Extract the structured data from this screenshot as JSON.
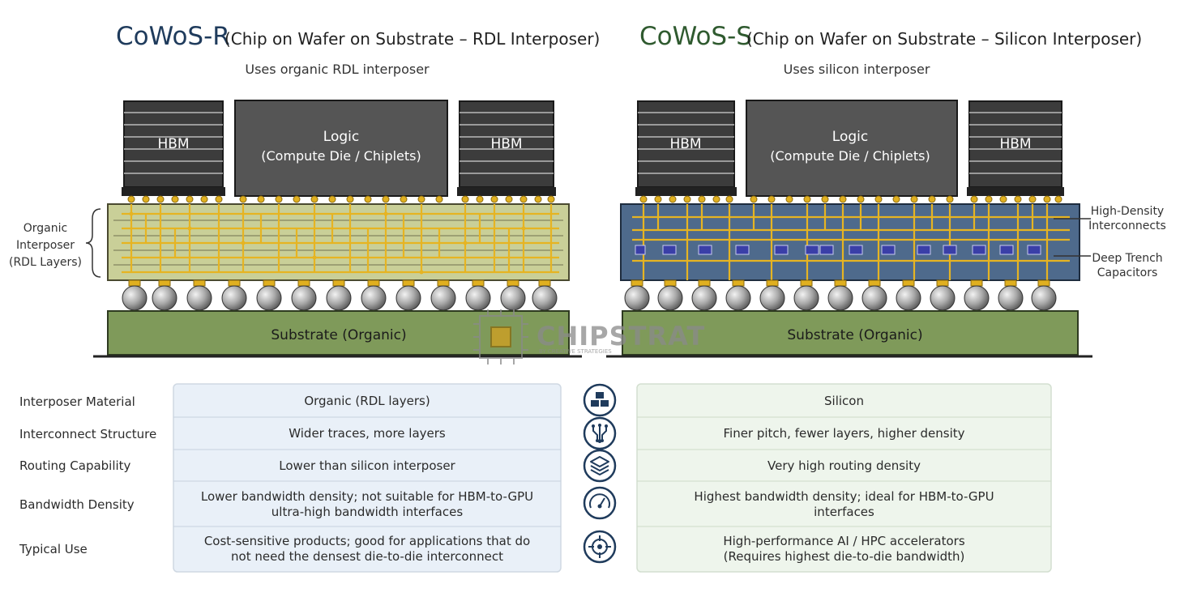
{
  "left": {
    "brand": "CoWoS-R",
    "title_rest": "(Chip on Wafer on Substrate – RDL Interposer)",
    "subtitle": "Uses organic RDL interposer",
    "hbm_left": "HBM",
    "hbm_right": "HBM",
    "logic_line1": "Logic",
    "logic_line2": "(Compute Die / Chiplets)",
    "substrate": "Substrate (Organic)",
    "callout_line1": "Organic",
    "callout_line2": "Interposer",
    "callout_line3": "(RDL Layers)",
    "interposer_color": "#c9cf98",
    "title_color": "#1f3b5c"
  },
  "right": {
    "brand": "CoWoS-S",
    "title_rest": "(Chip on Wafer on Substrate – Silicon Interposer)",
    "subtitle": "Uses silicon interposer",
    "hbm_left": "HBM",
    "hbm_right": "HBM",
    "logic_line1": "Logic",
    "logic_line2": "(Compute Die / Chiplets)",
    "substrate": "Substrate (Organic)",
    "callout1_line1": "High-Density",
    "callout1_line2": "Interconnects",
    "callout2_line1": "Deep Trench",
    "callout2_line2": "Capacitors",
    "interposer_color": "#4e6a8c",
    "title_color": "#2f5a2f"
  },
  "watermark": {
    "name": "CHIPSTRAT",
    "tagline": "BY CREATIVE STRATEGIES"
  },
  "comparison": {
    "rows": [
      {
        "label": "Interposer Material",
        "icon": "stack-blocks-icon",
        "left": "Organic (RDL layers)",
        "right": "Silicon"
      },
      {
        "label": "Interconnect Structure",
        "icon": "circuit-traces-icon",
        "left": "Wider traces, more layers",
        "right": "Finer pitch, fewer layers, higher density"
      },
      {
        "label": "Routing Capability",
        "icon": "layers-icon",
        "left": "Lower than silicon interposer",
        "right": "Very high routing density"
      },
      {
        "label": "Bandwidth Density",
        "icon": "speedometer-icon",
        "left": "Lower bandwidth density; not suitable for HBM-to-GPU\nultra-high bandwidth interfaces",
        "right": "Highest bandwidth density; ideal for HBM-to-GPU\ninterfaces"
      },
      {
        "label": "Typical Use",
        "icon": "target-icon",
        "left": "Cost-sensitive products; good for applications that do\nnot need the densest die-to-die interconnect",
        "right": "High-performance AI / HPC accelerators\n(Requires highest die-to-die bandwidth)"
      }
    ],
    "left_panel_color": "#e9f0f8",
    "right_panel_color": "#eef5ec",
    "icon_color": "#1f3b5c"
  }
}
